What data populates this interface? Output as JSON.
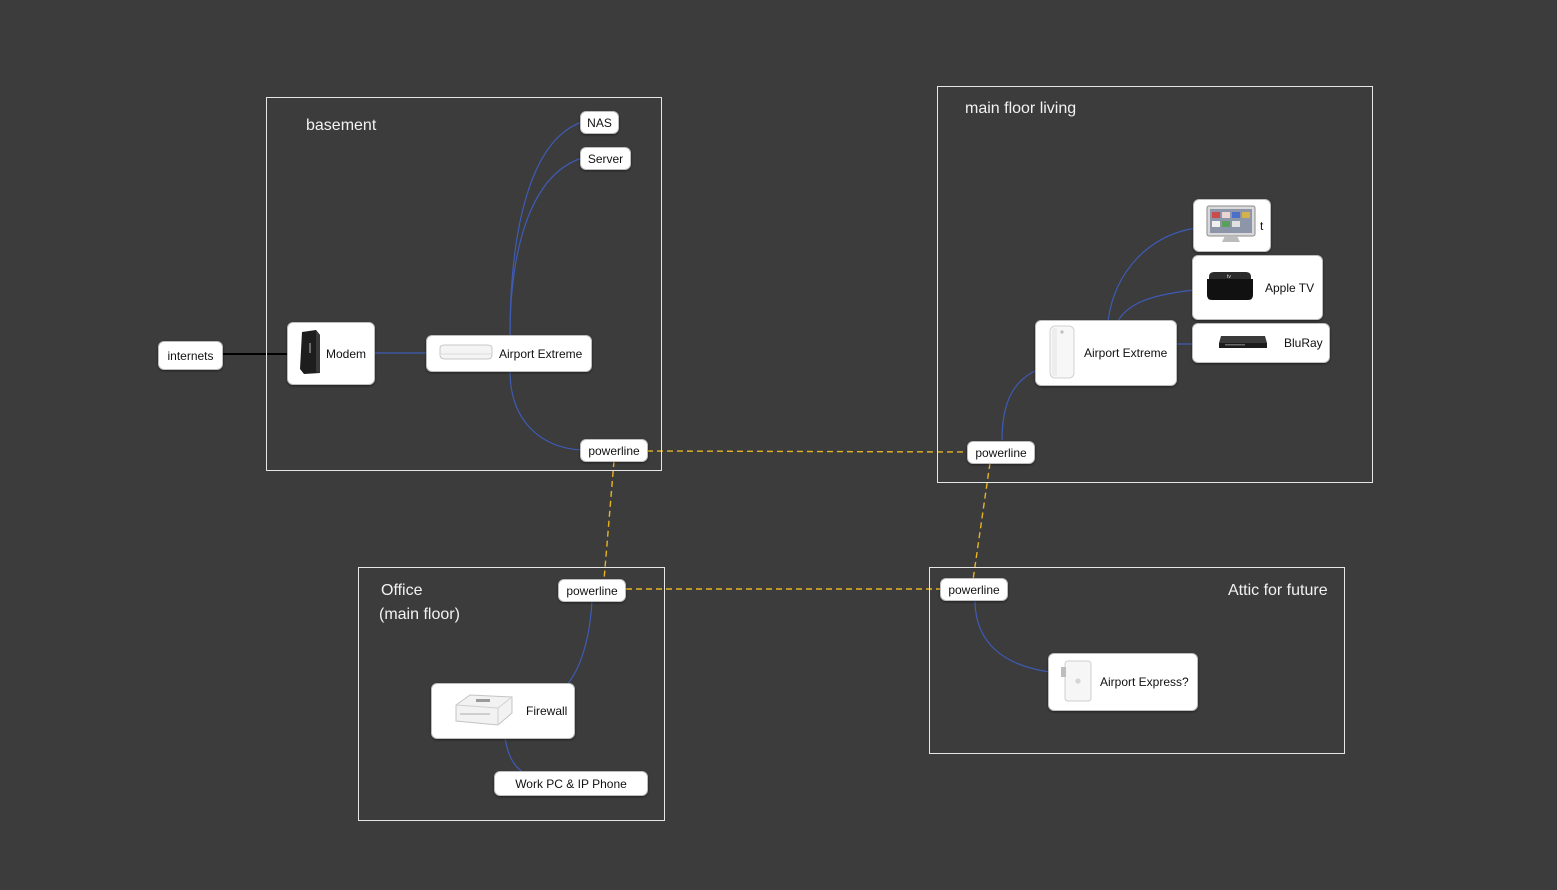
{
  "zones": {
    "basement": "basement",
    "main_floor_living": "main floor living",
    "office_line1": "Office",
    "office_line2": "(main floor)",
    "attic": "Attic for future"
  },
  "nodes": {
    "internets": "internets",
    "modem": "Modem",
    "airport_extreme_basement": "Airport Extreme",
    "nas": "NAS",
    "server": "Server",
    "powerline_basement": "powerline",
    "powerline_main": "powerline",
    "powerline_office": "powerline",
    "powerline_attic": "powerline",
    "airport_extreme_main": "Airport Extreme",
    "tv": "t",
    "apple_tv": "Apple TV",
    "bluray": "BluRay",
    "firewall": "Firewall",
    "work_pc": "Work PC & IP Phone",
    "airport_express": "Airport Express?"
  },
  "icons": {
    "modem": "modem-icon",
    "airport_extreme_basement": "airport-extreme-flat-icon",
    "airport_extreme_main": "airport-extreme-tower-icon",
    "tv": "television-icon",
    "apple_tv": "apple-tv-icon",
    "bluray": "bluray-player-icon",
    "firewall": "firewall-appliance-icon",
    "airport_express": "airport-express-icon"
  },
  "colors": {
    "background": "#3c3c3c",
    "wired_link": "#3e5bb5",
    "internet_link": "#000000",
    "powerline_link": "#e6b422",
    "zone_border": "#e6e6e6"
  }
}
